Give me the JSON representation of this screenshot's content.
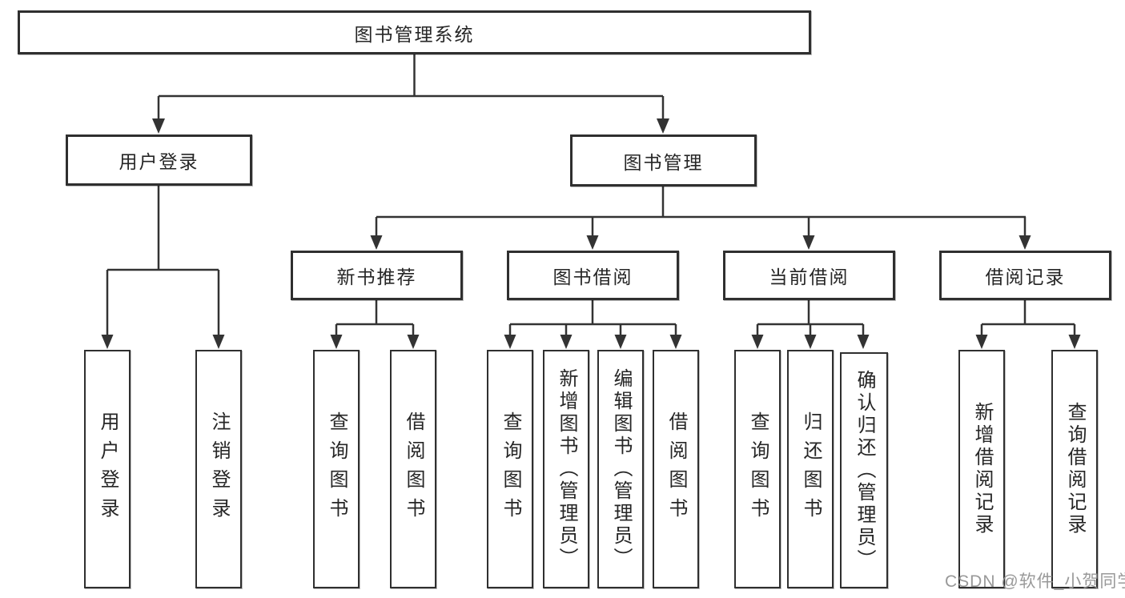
{
  "diagram": {
    "colors": {
      "line": "#333333",
      "box_border": "#2f2f2f",
      "text": "#262626",
      "background": "#ffffff",
      "watermark": "#949494"
    },
    "tree": {
      "label": "图书管理系统",
      "children": [
        {
          "label": "用户登录",
          "children": [
            {
              "label": "用户登录"
            },
            {
              "label": "注销登录"
            }
          ]
        },
        {
          "label": "图书管理",
          "children": [
            {
              "label": "新书推荐",
              "children": [
                {
                  "label": "查询图书"
                },
                {
                  "label": "借阅图书"
                }
              ]
            },
            {
              "label": "图书借阅",
              "children": [
                {
                  "label": "查询图书"
                },
                {
                  "label": "新增图书（管理员）"
                },
                {
                  "label": "编辑图书（管理员）"
                },
                {
                  "label": "借阅图书"
                }
              ]
            },
            {
              "label": "当前借阅",
              "children": [
                {
                  "label": "查询图书"
                },
                {
                  "label": "归还图书"
                },
                {
                  "label": "确认归还（管理员）"
                }
              ]
            },
            {
              "label": "借阅记录",
              "children": [
                {
                  "label": "新增借阅记录"
                },
                {
                  "label": "查询借阅记录"
                }
              ]
            }
          ]
        }
      ]
    },
    "watermark": {
      "text": "CSDN @软件_小贺同学"
    }
  }
}
